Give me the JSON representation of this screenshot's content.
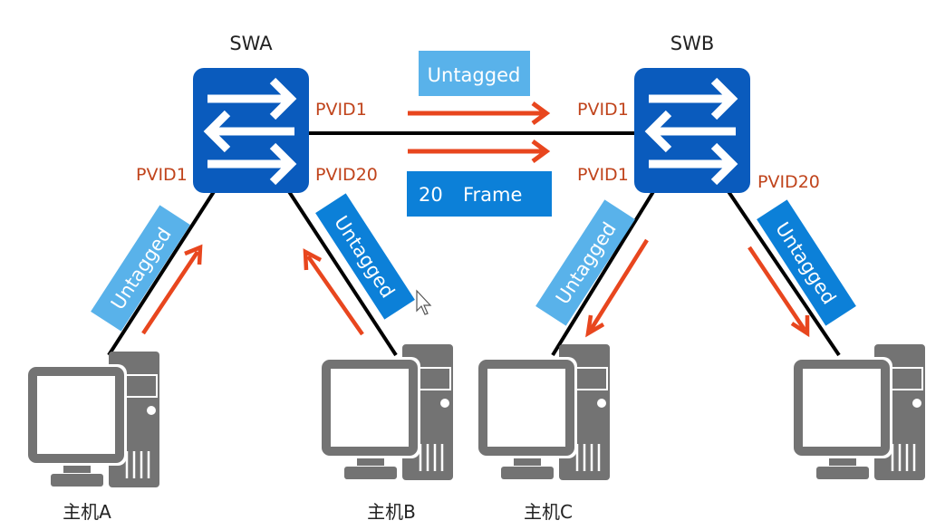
{
  "colors": {
    "switch": "#0a5bbd",
    "light_tag": "#59b2ea",
    "dark_tag": "#0c80d8",
    "arrow": "#e8461e",
    "pvid_text": "#c0441c",
    "host": "#737373",
    "link": "#000000"
  },
  "switches": [
    {
      "id": "swa",
      "label": "SWA",
      "icon": "switch-icon"
    },
    {
      "id": "swb",
      "label": "SWB",
      "icon": "switch-icon"
    }
  ],
  "ports": {
    "swa_trunk": "PVID1",
    "swa_host_a": "PVID1",
    "swa_host_b": "PVID20",
    "swb_trunk_top": "PVID1",
    "swb_host_c": "PVID1",
    "swb_host_d": "PVID20"
  },
  "trunk_frames": {
    "top_frame": "Untagged",
    "bottom_frame_vlan": "20",
    "bottom_frame_label": "Frame"
  },
  "access_frames": {
    "host_a": "Untagged",
    "host_b": "Untagged",
    "host_c": "Untagged",
    "host_d": "Untagged"
  },
  "hosts": [
    {
      "id": "host-a",
      "label": "主机A",
      "icon": "computer-icon"
    },
    {
      "id": "host-b",
      "label": "主机B",
      "icon": "computer-icon"
    },
    {
      "id": "host-c",
      "label": "主机C",
      "icon": "computer-icon"
    },
    {
      "id": "host-d",
      "label": "",
      "icon": "computer-icon"
    }
  ]
}
